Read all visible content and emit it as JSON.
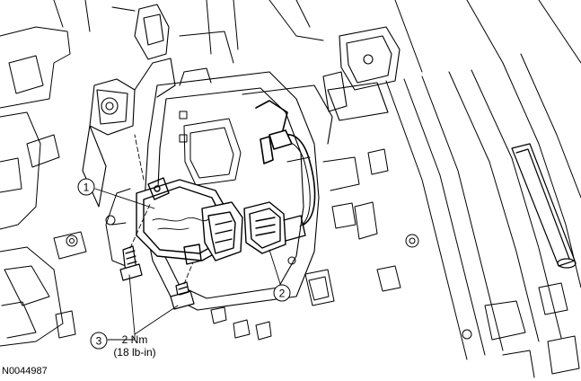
{
  "callouts": [
    {
      "label": "1"
    },
    {
      "label": "2"
    },
    {
      "label": "3"
    }
  ],
  "torque": {
    "value": "2 Nm",
    "imperial": "(18 lb-in)"
  },
  "figure_id": "N0044987"
}
